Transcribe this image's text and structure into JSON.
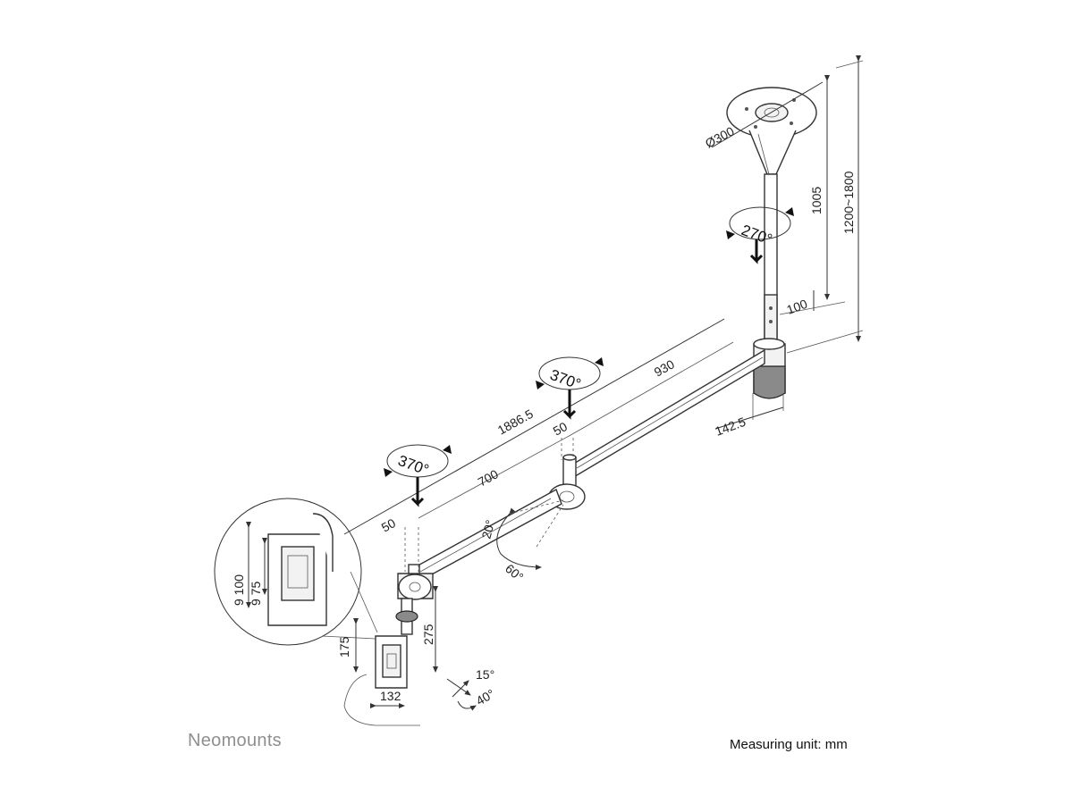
{
  "dimensions": {
    "base_diameter": "Ø300",
    "height_range": "1200~1800",
    "pole_height": "1005",
    "pole_step": "100",
    "total_length": "1886.5",
    "outer_arm_length": "930",
    "inner_arm_length": "700",
    "offset_upper": "50",
    "offset_lower": "50",
    "clamp_width": "142.5",
    "tilt_drop": "275",
    "vesa_height_1": "175",
    "vesa_width": "132",
    "detail_vesa_100": "9 100",
    "detail_vesa_75": "9 75"
  },
  "rotations": {
    "pole_swivel": "270°",
    "arm_swivel_1": "370°",
    "arm_swivel_2": "370°",
    "arm_tilt_up": "20°",
    "arm_tilt_down": "60°",
    "screen_tilt": "15°",
    "screen_swivel": "40°"
  },
  "footer": {
    "brand": "Neomounts",
    "unit_note": "Measuring unit: mm"
  }
}
